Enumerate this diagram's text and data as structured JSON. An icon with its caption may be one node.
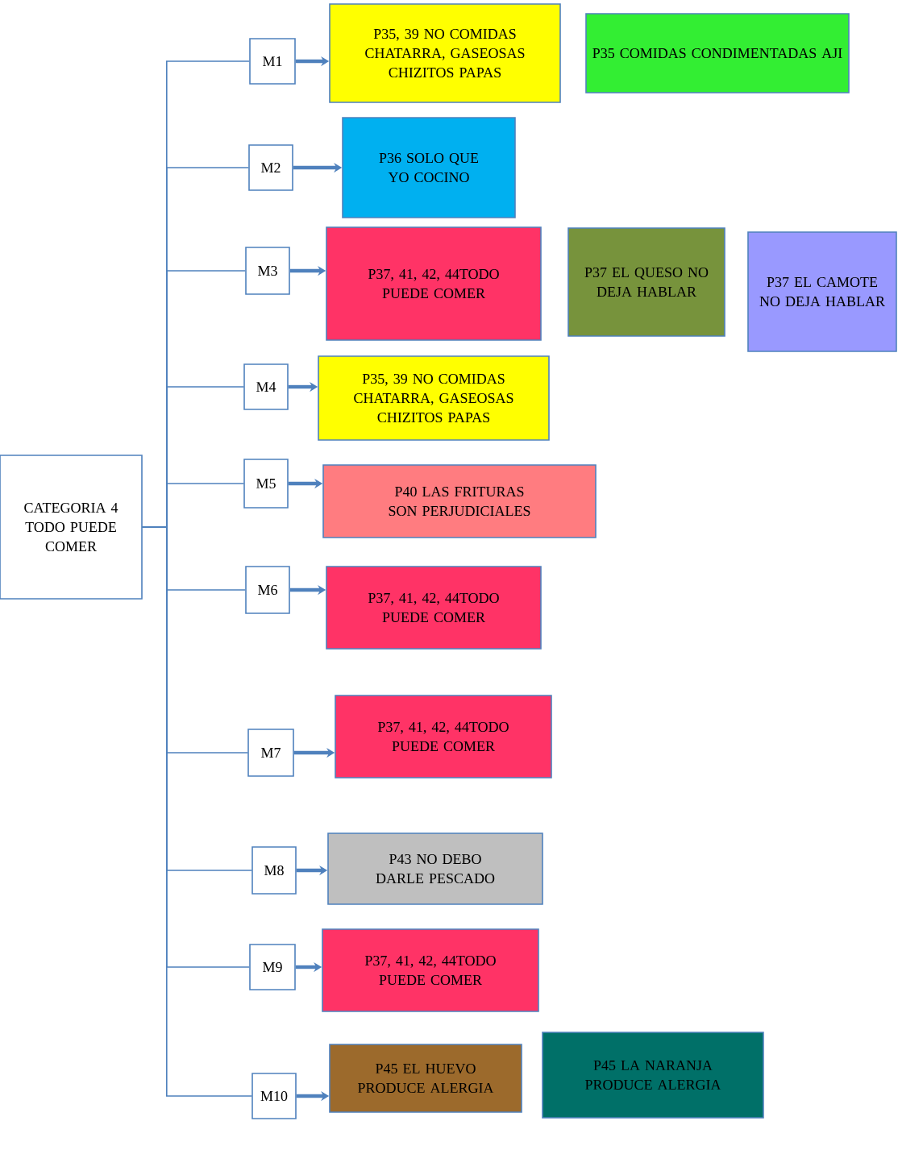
{
  "diagram": {
    "nodes": [
      {
        "text": [
          "CATEGORIA 4 TODO PUEDE COMER"
        ]
      },
      {
        "text": [
          "M1"
        ]
      },
      {
        "text": [
          "P35, 39 NO COMIDAS CHATARRA, GASEOSAS CHIZITOS PAPAS"
        ]
      },
      {
        "text": [
          "P35 COMIDAS CONDIMENTADAS AJI"
        ]
      },
      {
        "text": [
          "M2"
        ]
      },
      {
        "text": [
          "P36 SOLO QUE YO COCINO"
        ]
      },
      {
        "text": [
          "M3"
        ]
      },
      {
        "text": [
          "P37, 41, 42, 44TODO PUEDE COMER"
        ]
      },
      {
        "text": [
          "P37 EL QUESO NO DEJA HABLAR"
        ]
      },
      {
        "text": [
          "P37 EL CAMOTE NO DEJA HABLAR"
        ]
      },
      {
        "text": [
          "M4"
        ]
      },
      {
        "text": [
          "P35, 39 NO COMIDAS CHATARRA, GASEOSAS CHIZITOS PAPAS"
        ]
      },
      {
        "text": [
          "M5"
        ]
      },
      {
        "text": [
          "P40 LAS FRITURAS SON PERJUDICIALES"
        ]
      },
      {
        "text": [
          "M6"
        ]
      },
      {
        "text": [
          "P37, 41, 42, 44TODO PUEDE COMER"
        ]
      },
      {
        "text": [
          "M7"
        ]
      },
      {
        "text": [
          "P37, 41, 42, 44TODO PUEDE COMER"
        ]
      },
      {
        "text": [
          "M8"
        ]
      },
      {
        "text": [
          "P43 NO DEBO DARLE PESCADO"
        ]
      },
      {
        "text": [
          "M9"
        ]
      },
      {
        "text": [
          "P37, 41, 42, 44TODO PUEDE COMER"
        ]
      },
      {
        "text": [
          "M10"
        ]
      },
      {
        "text": [
          "P45 EL HUEVO PRODUCE ALERGIA"
        ]
      },
      {
        "text": [
          "P45 LA NARANJA PRODUCE ALERGIA"
        ]
      }
    ],
    "edges": [
      {
        "from": 0,
        "to": 1,
        "arrow": "none"
      },
      {
        "from": 0,
        "to": 4,
        "arrow": "none"
      },
      {
        "from": 0,
        "to": 6,
        "arrow": "none"
      },
      {
        "from": 0,
        "to": 10,
        "arrow": "none"
      },
      {
        "from": 0,
        "to": 12,
        "arrow": "none"
      },
      {
        "from": 0,
        "to": 14,
        "arrow": "none"
      },
      {
        "from": 0,
        "to": 16,
        "arrow": "none"
      },
      {
        "from": 0,
        "to": 18,
        "arrow": "none"
      },
      {
        "from": 0,
        "to": 20,
        "arrow": "none"
      },
      {
        "from": 0,
        "to": 22,
        "arrow": "none"
      },
      {
        "from": 1,
        "to": 2,
        "arrow": "to"
      },
      {
        "from": 4,
        "to": 5,
        "arrow": "to"
      },
      {
        "from": 6,
        "to": 7,
        "arrow": "to"
      },
      {
        "from": 10,
        "to": 11,
        "arrow": "to"
      },
      {
        "from": 12,
        "to": 13,
        "arrow": "to"
      },
      {
        "from": 14,
        "to": 15,
        "arrow": "to"
      },
      {
        "from": 16,
        "to": 17,
        "arrow": "to"
      },
      {
        "from": 18,
        "to": 19,
        "arrow": "to"
      },
      {
        "from": 20,
        "to": 21,
        "arrow": "to"
      },
      {
        "from": 22,
        "to": 23,
        "arrow": "to"
      }
    ]
  }
}
